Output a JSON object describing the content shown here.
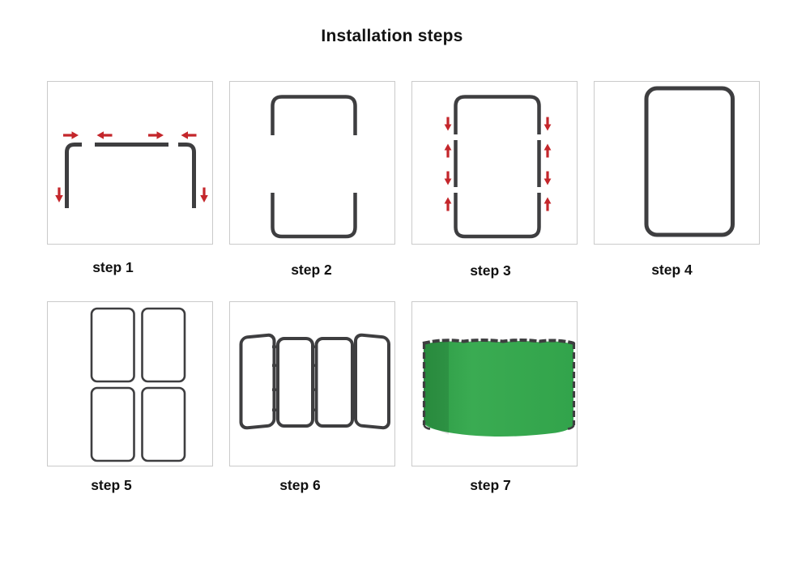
{
  "title": "Installation steps",
  "steps": [
    {
      "label": "step 1"
    },
    {
      "label": "step 2"
    },
    {
      "label": "step 3"
    },
    {
      "label": "step 4"
    },
    {
      "label": "step 5"
    },
    {
      "label": "step 6"
    },
    {
      "label": "step 7"
    }
  ],
  "colors": {
    "frame": "#3e3e40",
    "arrow_red": "#c4262b",
    "panel_border": "#cacaca",
    "green_dark": "#2d9a45",
    "green_main": "#3aab52",
    "green_edge": "#32a44b",
    "text": "#111111"
  }
}
